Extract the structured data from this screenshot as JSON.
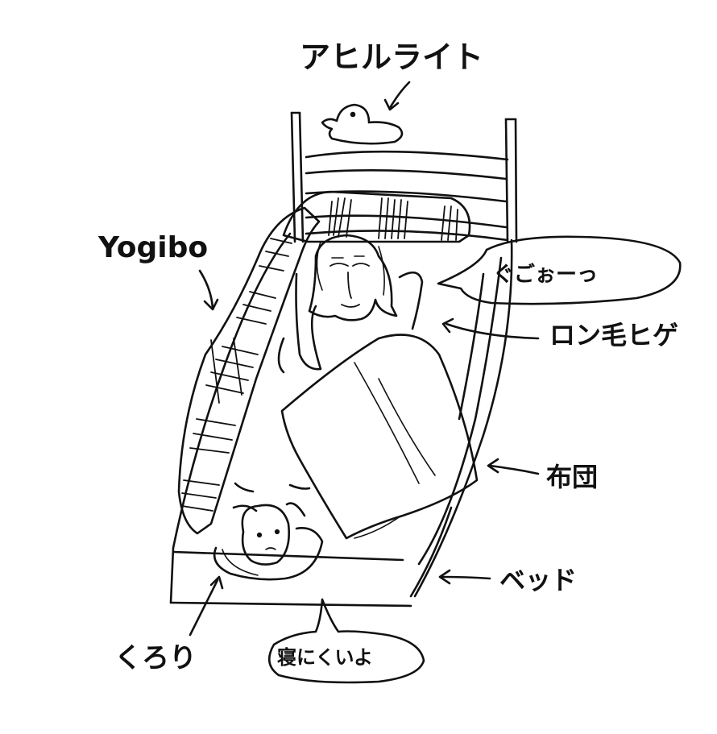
{
  "labels": {
    "ahiru_light": "アヒルライト",
    "yogibo": "Yogibo",
    "snore": "ぐごぉーっ",
    "long_hair_beard": "ロン毛ヒゲ",
    "futon": "布団",
    "bed": "ベッド",
    "kurori": "くろり",
    "speech": "寝にくいよ"
  },
  "colors": {
    "ink": "#111111",
    "paper": "#ffffff"
  }
}
